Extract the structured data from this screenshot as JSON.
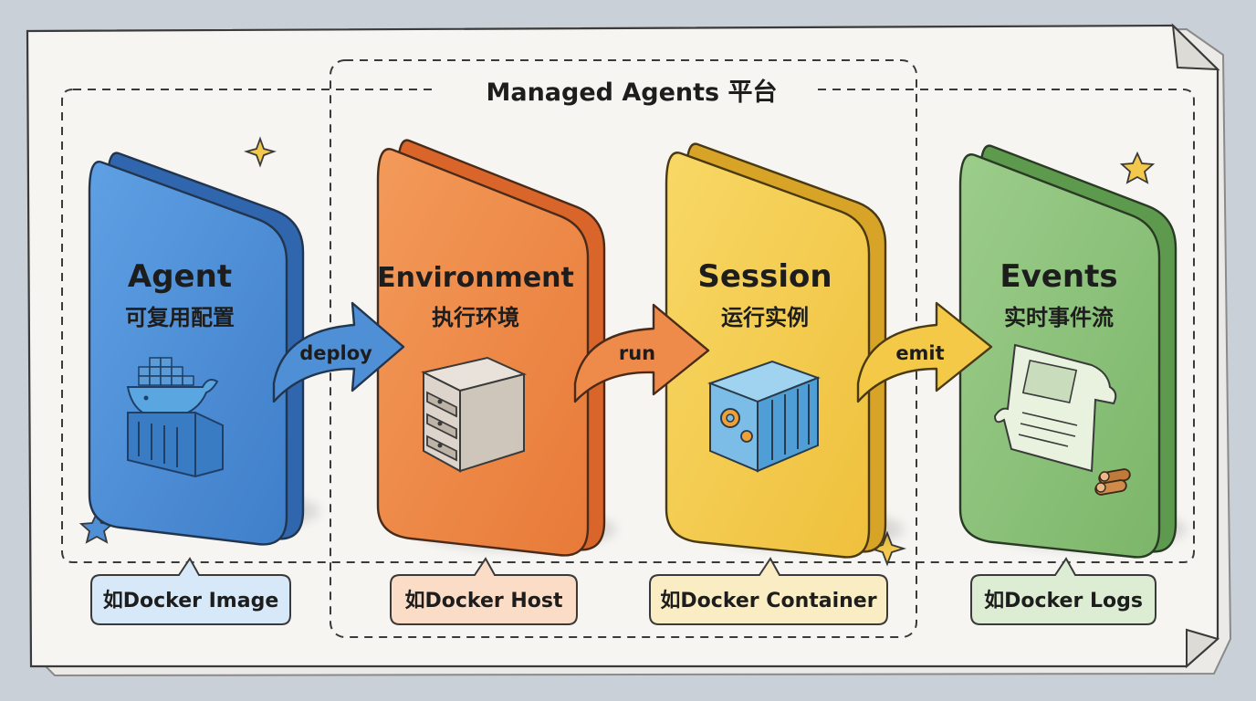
{
  "diagram": {
    "title": "Managed Agents 平台",
    "colors": {
      "agent": "#4f8fd6",
      "environment": "#ee8a4a",
      "session": "#f4c948",
      "events": "#8ac27a"
    },
    "cards": [
      {
        "title": "Agent",
        "subtitle": "可复用配置",
        "icon": "docker-whale-container-icon"
      },
      {
        "title": "Environment",
        "subtitle": "执行环境",
        "icon": "server-icon"
      },
      {
        "title": "Session",
        "subtitle": "运行实例",
        "icon": "container-gear-icon"
      },
      {
        "title": "Events",
        "subtitle": "实时事件流",
        "icon": "log-scroll-icon"
      }
    ],
    "arrows": [
      {
        "label": "deploy"
      },
      {
        "label": "run"
      },
      {
        "label": "emit"
      }
    ],
    "notes": [
      {
        "label": "如Docker Image"
      },
      {
        "label": "如Docker Host"
      },
      {
        "label": "如Docker Container"
      },
      {
        "label": "如Docker Logs"
      }
    ]
  }
}
